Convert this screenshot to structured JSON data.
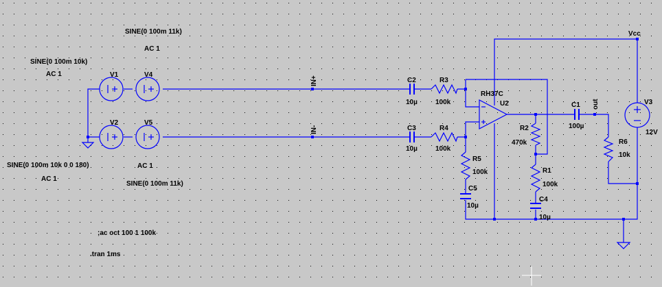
{
  "colors": {
    "background": "#c8c8c8",
    "wire": "#0000ff",
    "text": "#000000",
    "grid_dot": "#000000"
  },
  "labels": {
    "vcc": "Vcc",
    "in_plus": "IN+",
    "in_minus": "IN-",
    "out": "out",
    "opamp_name": "RH37C",
    "opamp_ref": "U2"
  },
  "sources": {
    "v1": {
      "name": "V1",
      "func": "SINE(0 100m 10k)",
      "ac": "AC 1"
    },
    "v4": {
      "name": "V4",
      "func": "SINE(0 100m 11k)",
      "ac": "AC 1"
    },
    "v2": {
      "name": "V2",
      "func": "SINE(0 100m 10k 0 0 180)",
      "ac": "AC 1"
    },
    "v5": {
      "name": "V5",
      "func": "SINE(0 100m 11k)",
      "ac": "AC 1"
    },
    "v3": {
      "name": "V3",
      "value": "12V"
    }
  },
  "components": {
    "c2": {
      "name": "C2",
      "value": "10µ"
    },
    "c3": {
      "name": "C3",
      "value": "10µ"
    },
    "r3": {
      "name": "R3",
      "value": "100k"
    },
    "r4": {
      "name": "R4",
      "value": "100k"
    },
    "r5": {
      "name": "R5",
      "value": "100k"
    },
    "c5": {
      "name": "C5",
      "value": "10µ"
    },
    "r2": {
      "name": "R2",
      "value": "470k"
    },
    "r1": {
      "name": "R1",
      "value": "100k"
    },
    "c4": {
      "name": "C4",
      "value": "10µ"
    },
    "c1": {
      "name": "C1",
      "value": "100µ"
    },
    "r6": {
      "name": "R6",
      "value": "10k"
    }
  },
  "directives": {
    "ac": ";ac oct 100 1 100k",
    "tran": ".tran 1ms"
  }
}
